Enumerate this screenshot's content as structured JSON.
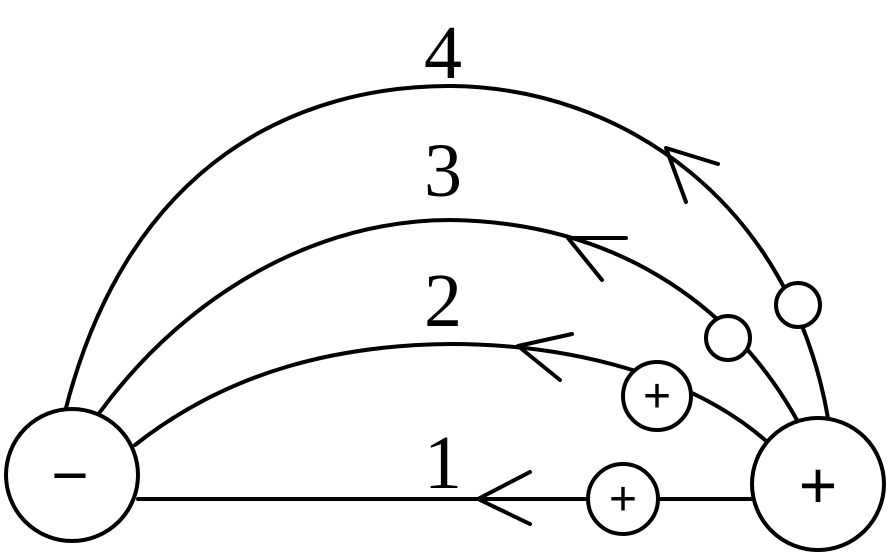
{
  "diagram": {
    "negative_charge": {
      "symbol": "−"
    },
    "positive_charge": {
      "symbol": "+"
    },
    "trajectories": [
      {
        "label": "1",
        "particle_symbol": "+"
      },
      {
        "label": "2",
        "particle_symbol": "+"
      },
      {
        "label": "3",
        "particle_symbol": ""
      },
      {
        "label": "4",
        "particle_symbol": ""
      }
    ],
    "colors": {
      "stroke": "#000000",
      "background": "#ffffff"
    }
  }
}
